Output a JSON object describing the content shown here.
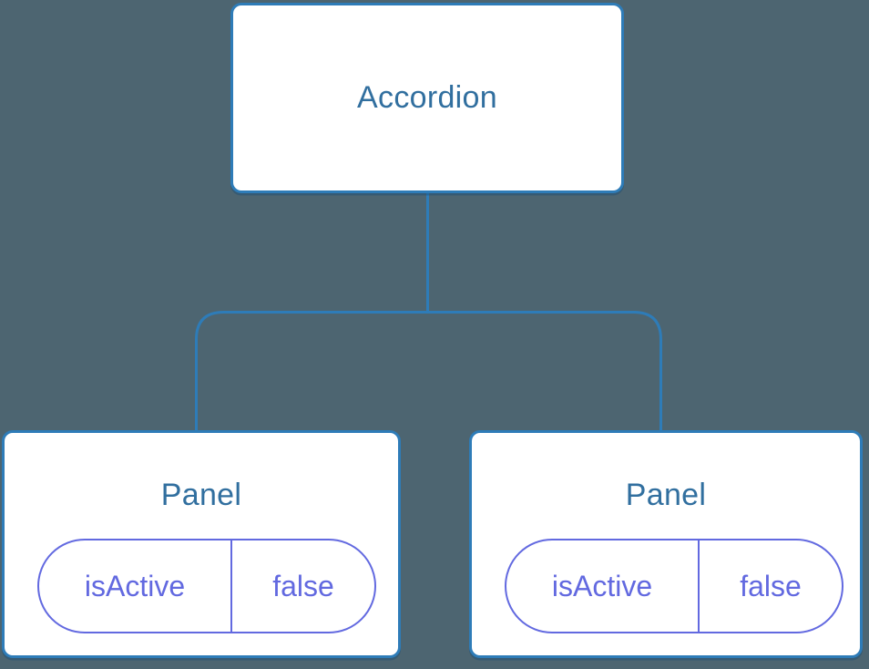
{
  "diagram": {
    "colors": {
      "background": "#4D6571",
      "line": "#2E7CB8",
      "node_fill": "#FFFFFF",
      "node_title": "#316F9F",
      "prop_accent": "#6269E0"
    },
    "root": {
      "label": "Accordion"
    },
    "children": [
      {
        "label": "Panel",
        "props": [
          {
            "name": "isActive",
            "value": "false"
          }
        ]
      },
      {
        "label": "Panel",
        "props": [
          {
            "name": "isActive",
            "value": "false"
          }
        ]
      }
    ]
  }
}
